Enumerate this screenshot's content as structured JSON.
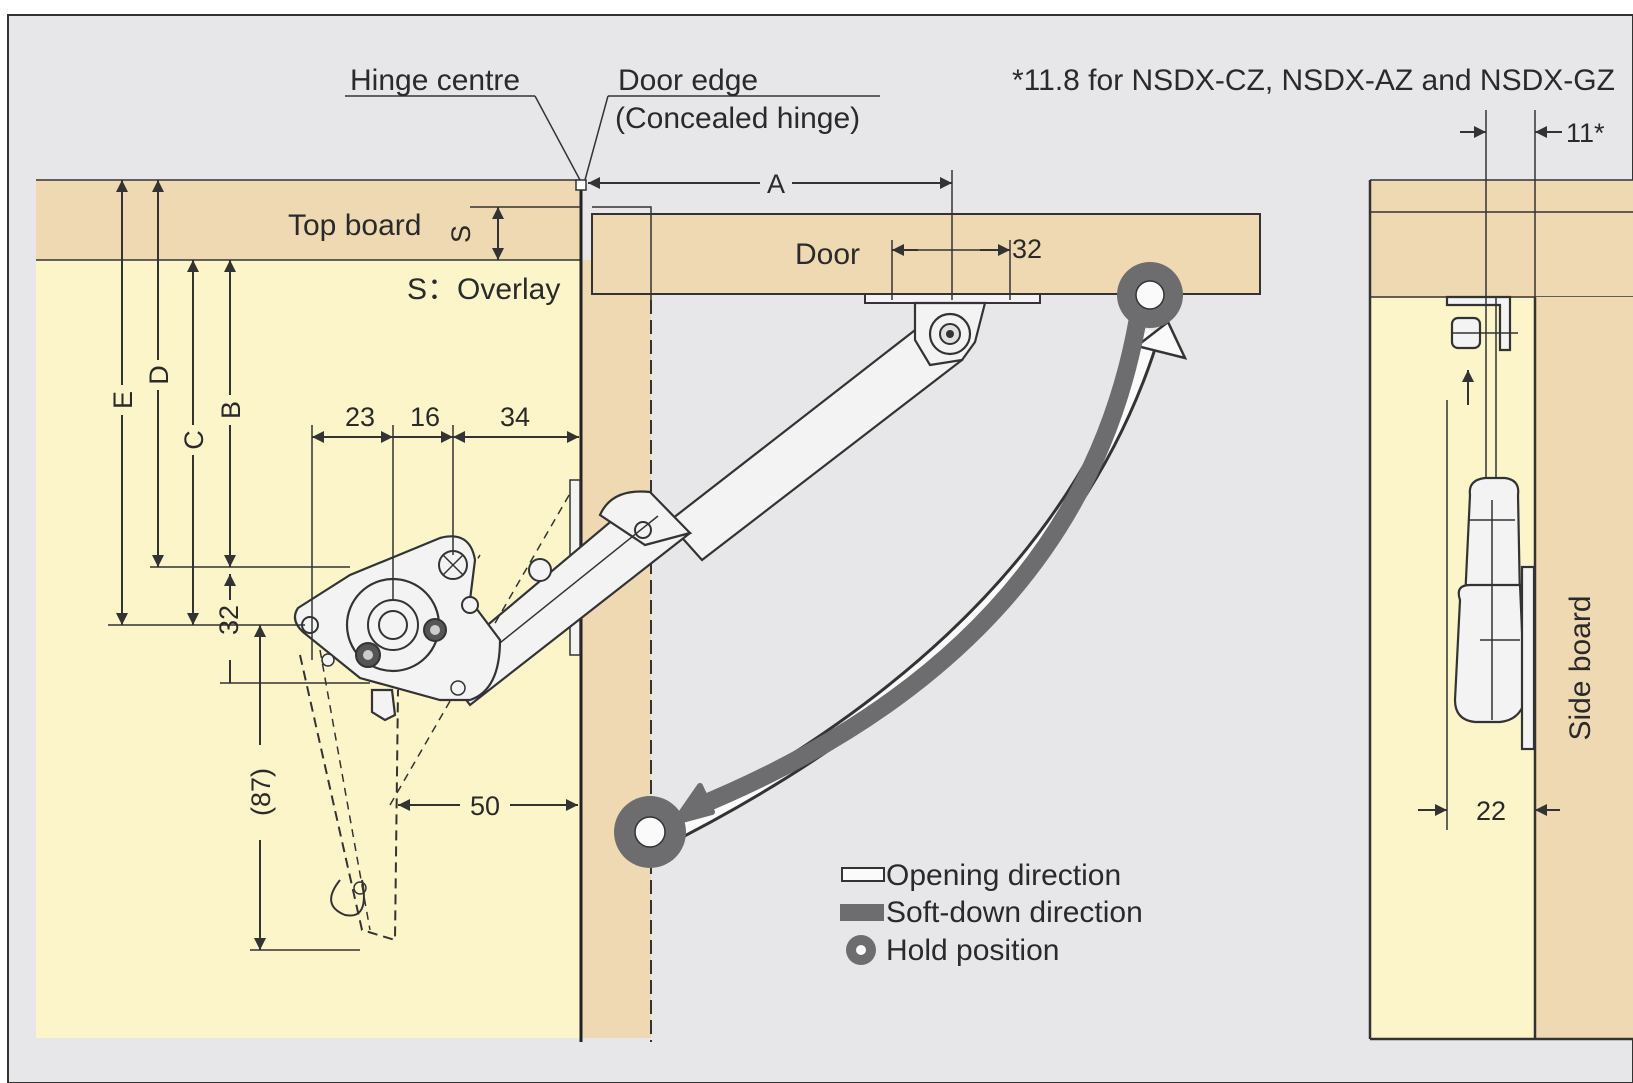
{
  "note": "*11.8 for NSDX-CZ, NSDX-AZ and NSDX-GZ",
  "labels": {
    "hinge_centre": "Hinge centre",
    "door_edge": "Door edge",
    "concealed_hinge": "(Concealed hinge)",
    "top_board": "Top board",
    "door": "Door",
    "overlay": "S：Overlay",
    "side_board": "Side board",
    "overlay_symbol": "S"
  },
  "dimensions": {
    "A": "A",
    "B": "B",
    "C": "C",
    "D": "D",
    "E": "E",
    "d23": "23",
    "d16": "16",
    "d34": "34",
    "d32_door": "32",
    "d32_side": "32",
    "d50": "50",
    "d87": "(87)",
    "d11": "11*",
    "d22": "22"
  },
  "legend": [
    {
      "label": "Opening direction",
      "icon": "hollow-bar-icon"
    },
    {
      "label": "Soft-down direction",
      "icon": "solid-bar-icon"
    },
    {
      "label": "Hold position",
      "icon": "hold-circle-icon"
    }
  ],
  "colors": {
    "background": "#e7e7e9",
    "wood": "#efd9b2",
    "cabinet_inner": "#fbf5c9",
    "arrow_dark": "#6d6d6f",
    "line": "#333333"
  }
}
